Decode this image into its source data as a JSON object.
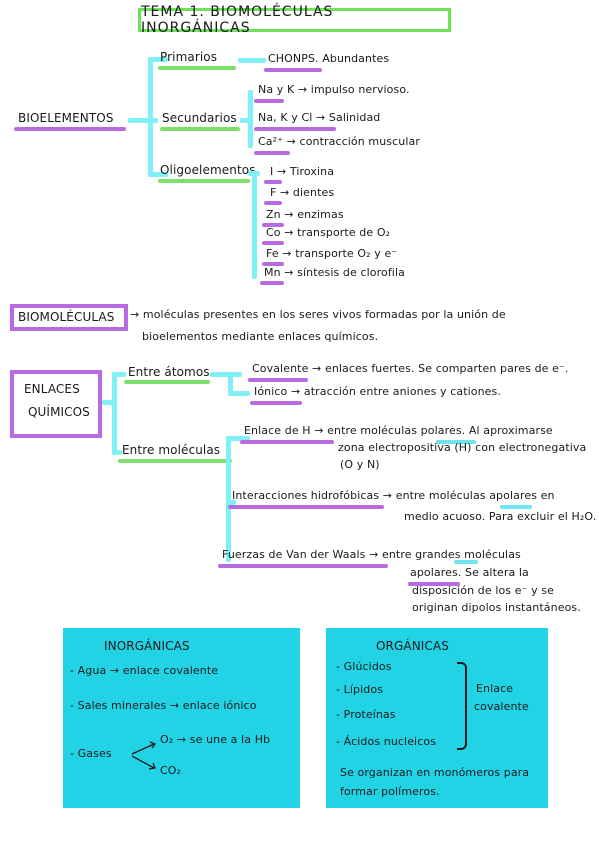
{
  "title": "TEMA 1. BIOMOLÉCULAS INORGÁNICAS",
  "bioelementos": {
    "label": "BIOELEMENTOS",
    "primarios": {
      "label": "Primarios",
      "items": [
        "CHONPS. Abundantes"
      ]
    },
    "secundarios": {
      "label": "Secundarios",
      "items": [
        "Na y K → impulso nervioso.",
        "Na, K y Cl → Salinidad",
        "Ca²⁺ → contracción muscular"
      ]
    },
    "oligoelementos": {
      "label": "Oligoelementos",
      "items": [
        "I → Tiroxina",
        "F → dientes",
        "Zn → enzimas",
        "Co → transporte de O₂",
        "Fe → transporte O₂ y e⁻",
        "Mn → síntesis de clorofila"
      ]
    }
  },
  "biomoleculas": {
    "label": "BIOMOLÉCULAS",
    "def_line1": "→ moléculas presentes en los seres vivos formadas por la unión de",
    "def_line2": "bioelementos mediante enlaces químicos."
  },
  "enlaces": {
    "label_line1": "ENLACES",
    "label_line2": "QUÍMICOS",
    "entre_atomos": {
      "label": "Entre átomos",
      "covalente": "Covalente → enlaces fuertes. Se comparten pares de e⁻.",
      "ionico": "Iónico → atracción entre aniones y cationes."
    },
    "entre_moleculas": {
      "label": "Entre moléculas",
      "hidrogeno_l1": "Enlace de H → entre moléculas polares. Al aproximarse",
      "hidrogeno_l2": "zona electropositiva (H) con electronegativa",
      "hidrogeno_l3": "(O y N)",
      "hidrofobicas_l1": "Interacciones hidrofóbicas → entre moléculas apolares en",
      "hidrofobicas_l2": "medio acuoso. Para excluir el H₂O.",
      "vdw_l1": "Fuerzas de Van der Waals → entre grandes moléculas",
      "vdw_l2": "apolares. Se altera la",
      "vdw_l3": "disposición de los e⁻ y se",
      "vdw_l4": "originan dipolos instantáneos."
    }
  },
  "inorganicas": {
    "title": "INORGÁNICAS",
    "agua": "- Agua → enlace covalente",
    "sales": "- Sales minerales → enlace iónico",
    "gases": "- Gases",
    "o2": "O₂ → se une a la Hb",
    "co2": "CO₂"
  },
  "organicas": {
    "title": "ORGÁNICAS",
    "items": [
      "- Glúcidos",
      "- Lípidos",
      "- Proteínas",
      "- Ácidos nucleicos"
    ],
    "enlace_l1": "Enlace",
    "enlace_l2": "covalente",
    "footer_l1": "Se organizan en monómeros para",
    "footer_l2": "formar polímeros."
  },
  "colors": {
    "green": "#7ee06a",
    "violet": "#b86be0",
    "cyan": "#7ff0f5",
    "panel": "#22d3e6"
  }
}
